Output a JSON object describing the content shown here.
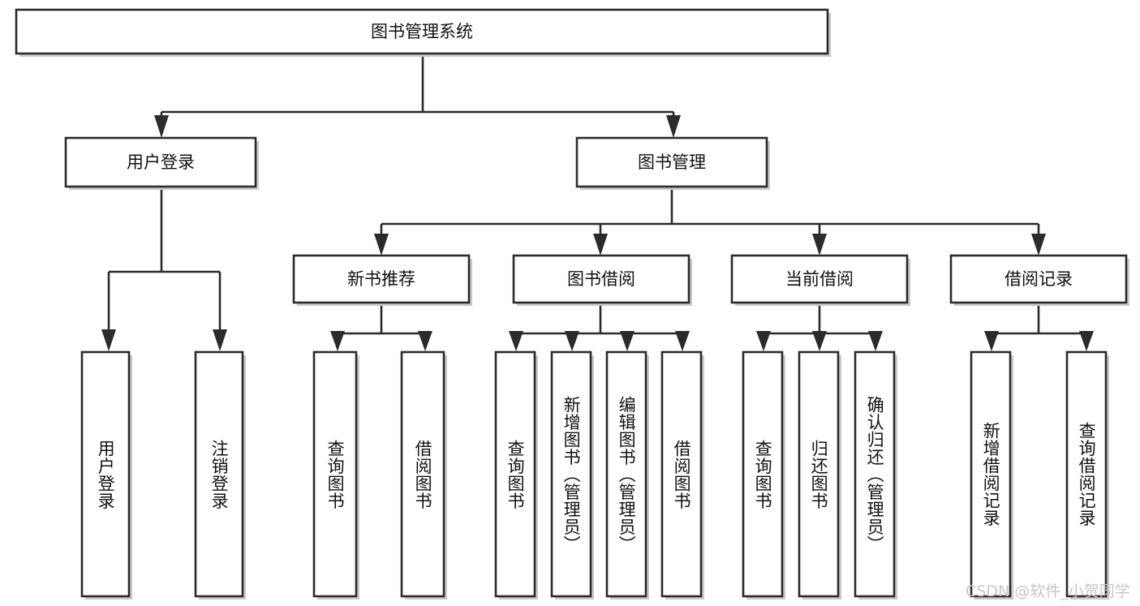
{
  "diagram": {
    "type": "tree-hierarchy",
    "title": "图书管理系统",
    "root": {
      "id": "root",
      "label": "图书管理系统",
      "level": 0
    },
    "level1": [
      {
        "id": "user-login",
        "label": "用户登录"
      },
      {
        "id": "book-management",
        "label": "图书管理"
      }
    ],
    "level2": [
      {
        "id": "new-book-recommend",
        "label": "新书推荐",
        "parent": "book-management"
      },
      {
        "id": "book-borrow",
        "label": "图书借阅",
        "parent": "book-management"
      },
      {
        "id": "current-borrow",
        "label": "当前借阅",
        "parent": "book-management"
      },
      {
        "id": "borrow-record",
        "label": "借阅记录",
        "parent": "book-management"
      }
    ],
    "leaves": {
      "user-login": [
        {
          "id": "leaf-user-login",
          "label": "用户登录"
        },
        {
          "id": "leaf-user-logout",
          "label": "注销登录"
        }
      ],
      "new-book-recommend": [
        {
          "id": "leaf-query-book-1",
          "label": "查询图书"
        },
        {
          "id": "leaf-borrow-book-1",
          "label": "借阅图书"
        }
      ],
      "book-borrow": [
        {
          "id": "leaf-query-book-2",
          "label": "查询图书"
        },
        {
          "id": "leaf-add-book",
          "label": "新增图书（管理员）"
        },
        {
          "id": "leaf-edit-book",
          "label": "编辑图书（管理员）"
        },
        {
          "id": "leaf-borrow-book-2",
          "label": "借阅图书"
        }
      ],
      "current-borrow": [
        {
          "id": "leaf-query-book-3",
          "label": "查询图书"
        },
        {
          "id": "leaf-return-book",
          "label": "归还图书"
        },
        {
          "id": "leaf-confirm-return",
          "label": "确认归还（管理员）"
        }
      ],
      "borrow-record": [
        {
          "id": "leaf-add-record",
          "label": "新增借阅记录"
        },
        {
          "id": "leaf-query-record",
          "label": "查询借阅记录"
        }
      ]
    },
    "colors": {
      "stroke": "#2b2b2b",
      "fill": "#ffffff",
      "text": "#111111",
      "shadow": "#c9c9c9",
      "watermark": "#c6c6c6"
    }
  },
  "watermark": {
    "text": "CSDN @软件_小贺同学"
  }
}
